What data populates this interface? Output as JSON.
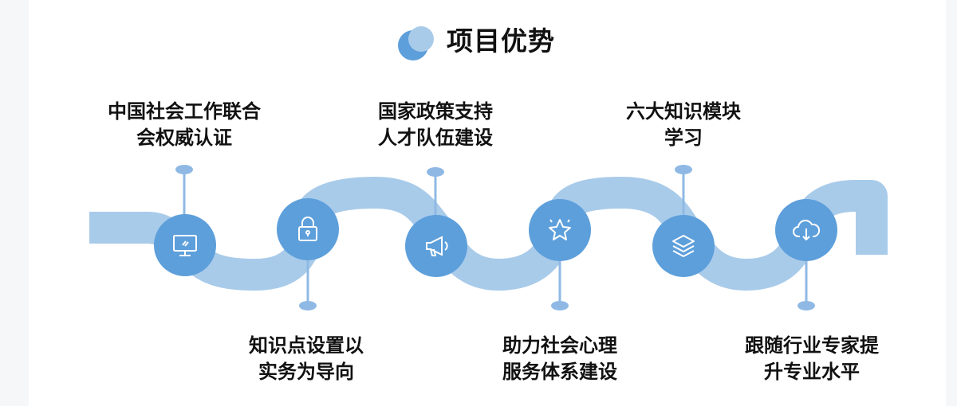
{
  "title": "项目优势",
  "colors": {
    "wave": "#a9cbea",
    "circle": "#5d9fdb",
    "accent": "#8fb9e4",
    "text": "#111111"
  },
  "items": [
    {
      "line1": "中国社会工作联合",
      "line2": "会权威认证",
      "icon": "monitor-icon"
    },
    {
      "line1": "知识点设置以",
      "line2": "实务为导向",
      "icon": "lock-icon"
    },
    {
      "line1": "国家政策支持",
      "line2": "人才队伍建设",
      "icon": "megaphone-icon"
    },
    {
      "line1": "助力社会心理",
      "line2": "服务体系建设",
      "icon": "star-icon"
    },
    {
      "line1": "六大知识模块",
      "line2": "学习",
      "icon": "layers-icon"
    },
    {
      "line1": "跟随行业专家提",
      "line2": "升专业水平",
      "icon": "cloud-download-icon"
    }
  ]
}
